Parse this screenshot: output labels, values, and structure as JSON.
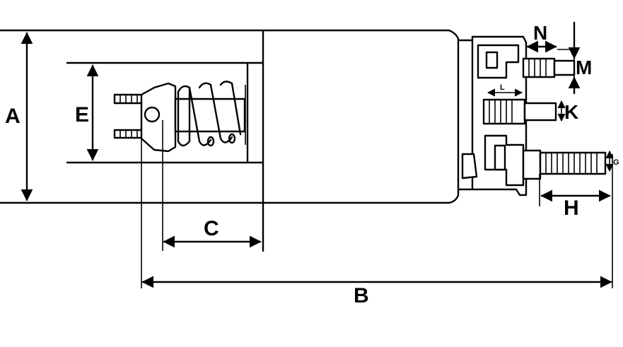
{
  "labels": {
    "A": "A",
    "B": "B",
    "C": "C",
    "E": "E",
    "G": "G",
    "H": "H",
    "K": "K",
    "L": "L",
    "M": "M",
    "N": "N"
  }
}
